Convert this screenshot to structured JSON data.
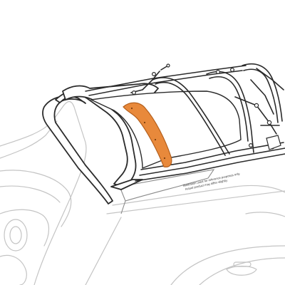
{
  "figure": {
    "caption_line_1": "Illustration used for reference purposes only.",
    "caption_line_2": "Actual product may differ slightly.",
    "highlight_part": "highlighted-pad",
    "colors": {
      "highlight_fill": "#e8893b",
      "highlight_stroke": "#b45f1c",
      "line": "#2b2b2b",
      "light_line": "#b9b9b9",
      "background": "#ffffff"
    }
  }
}
